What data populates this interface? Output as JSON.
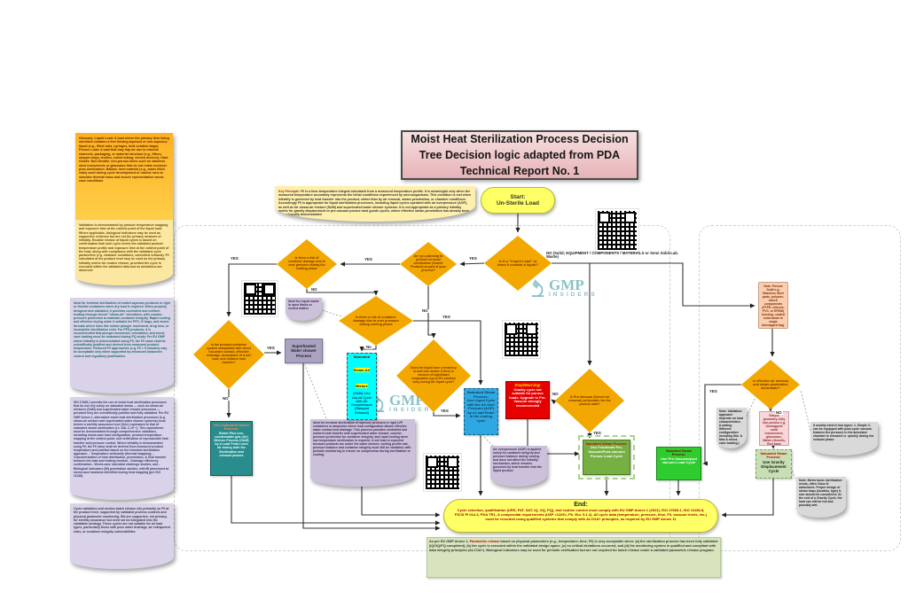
{
  "diagram_title": "Moist Heat Sterilization Process Decision Tree Decision logic adapted from PDA Technical Report No. 1",
  "watermark": {
    "brand": "GMP",
    "sub": "INSIDERS"
  },
  "labels": {
    "yes": "YES",
    "no": "NO",
    "no_lc": "No",
    "no_solid": "NO (Solid; EQUIPMENT / COMPONENTS / MATERIALS or Semi Solid Lab. Waste)"
  },
  "start": {
    "title": "Start:",
    "body": "Un-Sterile Load"
  },
  "decisions": {
    "liquid_load": "Is it a \"Liquid Load\" or does it contain a liquid?",
    "terminal_sterilization": "Are you planning to perform terminal sterilization (Sealed Product) as part of your process?",
    "overpressure_heating": "Is there a risk of container damage due to over pressure during the heating phase",
    "hot_water_compatible": "Is the product-container system compatible with direct hot-water contact, effective drainage, acceptance of a wet load, and uniform heat transfer?",
    "overpressure_cooling": "Is there a risk of container damage due to over pressure during cooling phase",
    "boil_over": "Does the liquid have a tendency to boil over and/or if there is concern of significant evaporation (up to 5% solution loss) during the liquid cycle?",
    "prevacuum_available": "Is Pre-Vacuum (forced air removal) achievable for the porous load?",
    "air_removal": "Is effective air removal and steam penetration achievable?"
  },
  "processes": {
    "shower": "Superheated Water shower Process",
    "sam": {
      "t1": "Saturated",
      "t2": "Steam-Air Mixture",
      "t3": "(SAM): Use Liquid Cycle with Air Overpressure (Ramped Exhaust)"
    },
    "non_saturated": {
      "title": "Non-Saturated Steam Process:",
      "body": "Steam Plus non-condensable gas (Air) Mixture Process (SAM) by a Load Probe uses air during both the Sterilization and exhaust phases"
    },
    "aop_liquid": {
      "title": "Saturated Steam Process:",
      "body": "Use Liquid Cycle with the Air Over Pressure (AOP) by a Load Probe in the cooling cycle"
    },
    "stop_warning": {
      "title": "Stop/Warning!",
      "body": "Gravity cycle not suitable for porous loads. Upgrade to Pre-Vacuum strongly recommended"
    },
    "fractional": {
      "title": "Saturated Steam Process:",
      "body": "Use Fractional Pre-Vacuum/Post-vacuum Porous Load Cycle"
    },
    "prevacuum": {
      "title": "Saturated Steam Process:",
      "body": "Use Pre-Vacuum/post vacuum Load Cycle"
    },
    "gravity": {
      "title": "Saturated Steam Process:",
      "body": "Use Gravity Displacement Cycle"
    },
    "simple_geometry": "Simple geometry, fully non-porous e.g. Unwrapped solid instruments, glassware, Waste Utensils, Red bags"
  },
  "end": {
    "title": "End:",
    "body": "Cycle selection, qualification (URS, FAT, SAT, IQ, OQ, PQ), and routine control must comply with EU GMP Annex 1 (2022), ISO 17665-1, ISO 11138-8, PIC/S PI 014-3, PDA TR1, & compendial requirements (USP <1229>, Ph. Eur. 5.1.2). All cycle data (temperature, pressure, time, F0, vacuum levels, etc.) must be recorded using qualified systems that comply with ALCOA+ principles, as required by EU GMP Annex 11"
  },
  "notes": {
    "glossary": "Glossary: Liquid Load: A load where the primary item being sterilized contains a free flowing aqueous or non-aqueous liquid (e.g., filled vials, syringes, bulk solution bags). Porous Load: A load that may trap air due to internal channels, packaging, or material structure (e.g., filters, stopper bags, textiles, coiled tubing, vented devices). Hard Goods: Non-flexible, non-porous items such as stainless steel instruments or glassware that do not retain moisture post-sterilization. Ballast: Inert material (e.g., water-filled vials) used during cycle development or routine runs to simulate thermal mass and ensure representative worst-case conditions",
    "validation": "Validation is demonstrated by product temperature mapping and exposure time at the coldest point of the liquid load. Where applicable, biological indicators may be used as supportive evidence but are not the primary measure of lethality. Routine release of liquid cycles is based on confirmation that each cycle meets the validated product temperature profile and exposure time at the coldest point of the load, along with compliance with the validated cycle parameters (e.g. chamber conditions, controlled exhaust). F0 calculated at the product level may be used as the primary lethality metric for routine release, provided the cycle is executed within the validated data and no deviations are observed",
    "sam_ideal": "Ideal for terminal sterilization of sealed aqueous products in rigid or flexible containers when dry load is required. When properly designed and validated, it provides controlled and uniform heating through forced \"steam-air\" circulation, with counter-pressure protection to maintain container integrity. Rapid cooling and effective drying make it suitable for PFS, IV bags, and mixed formats where risks like rubber plunger movement, drug loss, or incomplete sterilization exist. For PFS products, it is recommended that plunger movement, orientation, and worst-case loading must be evaluated during PQ study. Per EU GMP where lethality is demonstrated using F0, the F0 value shall be scientifically justified and derived from measured product temperature. Reduced F0 approaches (e.g. F0 < 8 minutes) may be acceptable only when supported by enhanced bioburden control and regulatory justification.",
    "iso": "ISO 17665-1 permits the use of moist heat sterilization processes that do not rely solely on saturated steam — such as steam-air mixtures (SAM) and superheated water shower processes — provided they are scientifically justified and fully validated. Per EU GMP Annex 1, alternative moist heat sterilization processes (e.g. steam-air mixture and superheated water shower systems) must deliver a sterility assurance level (SAL) equivalent to that of saturated steam sterilization (i.e. SAL ≤ 10⁻⁶). This equivalence must be demonstrated through comprehensive validation, including worst-case load configuration, product temperature mapping at the coldest point, and verification of reproducible heat transfer and pressure control. Where lethality is demonstrated using F0, the F0 value shall be derived from measured product temperature and justified based on the intended sterilization approach. - Temperature uniformity (thermal mapping), - Characterization of heat distribution, penetration, & heat transfer between the load and heating medium - Drainage efficiency confirmation - Worst-case microbial challenge studies, and - Biological indicators (BI) penetration studies, with BI placement at worst-case locations identified during heat mapping (per ISO 11138).",
    "cycle_release": "Cycle validation and routine batch release rely primarily on F0 at the product level, supported by validated process controls and physical parameter monitoring. BIs are supportive, not primary, for sterility assurance but need not be integrated into the validation strategy. These cycles are not suitable for all load types, particularly those with poor water drainage, air entrapment risks, or container integrity vulnerabilities",
    "key_principle_label": "Key Principle:",
    "key_principle": " F0 is a time-temperature integral calculated from a measured temperature profile. It is meaningful only when the measured temperature accurately represents the lethal conditions experienced by microorganisms. This condition is met when lethality is governed by heat transfer into the product, rather than by air removal, steam penetration, or chamber conditions. Accordingly F0 is appropriate for liquid sterilization processes, including liquid cycles operated with air overpressure (AOP), as well as for steam-air mixture (SAM) and superheated water shower systems. It is not appropriate as a primary lethality metric for gravity displacement or pre-vacuum porous hard goods cycles, where effective steam penetration has already been unequivocally demonstrated",
    "porous_solid": "Note: Porous Solid e.g. Stainless Steel parts, polymer-based components (PTFE, silicone, PVC, or EPDM) housing, coated solid waste in single bin/capped bag.",
    "liquid_waste": "Ideal for Liquid waste in open flasks or vented bottles",
    "shower_ideal": "Ideal for terminal sterilization of aqueous products in rigid LVP containers or ampoules where load configuration allows effective water contact and drainage. This process provides controlled and uniform heat transfer with superheated water shower, counter-pressure protection for container integrity, and rapid cooling when low temperature sterilization is required. A wet load is expected because products are under the water shower; cooling profile rate, pressure balance and container integrity must still be validated, with periodic monitoring to ensure no compromise during sterilization or cooling.",
    "aop": "Air overpressure (AOP) is applied solely for container integrity and pressure balance during cooling and does not affect the lethality mechanism, which remains governed by heat transfer into the liquid product",
    "validation_approach": "Note: Validation approach depends on load characteristics (Loading different configuration including Min. & Max & worst-case loading.)",
    "autoclave_types": "It usually exist in two types: 1- Simple 2- can be equipped with post-cycle vacuum features the pressure in the autoclave chamber is released i.e. quickly during the exhaust phase",
    "gravity_note": "Note: Meets basic sterilization needs, often Class N autoclaves. Proper design of steam traps (location, type) & size should be considered. At the end of a Gravity Cycle, the load can still be hot and possibly wet.",
    "parametric_1": "As per EU GMP Annex 1, ",
    "parametric_red": "Parametric release",
    "parametric_2": " based on physical parameters (e.g., temperature, time, F0) is only acceptable when: (a) the sterilization process has been fully validated (IQ/OQ/PQ completed), (b) the cycle is executed within the validated design space, (c) no critical deviations occurred, and (d) the monitoring system is qualified and compliant with data integrity principles (ALCOA+). Biological indicators may be used for periodic verification but are not required for batch release under a validated parametric release program."
  }
}
